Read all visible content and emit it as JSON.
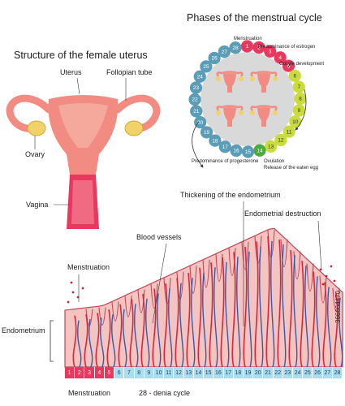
{
  "titles": {
    "uterus_structure": "Structure of the female uterus",
    "cycle_phases": "Phases of the menstrual cycle"
  },
  "uterus_labels": {
    "uterus": "Uterus",
    "fallopian_tube": "Follopian tube",
    "ovary": "Ovary",
    "vagina": "Vagina"
  },
  "cycle_labels": {
    "menstruation": "Menstruation",
    "estrogen": "Predominance of estrogen",
    "oocyte": "Oocyte development",
    "progesterone": "Predominance of progesterone",
    "ovulation": "Ovulation",
    "release_egg": "Release of the eaten egg"
  },
  "cycle_days": [
    "1",
    "2",
    "3",
    "4",
    "5",
    "6",
    "7",
    "8",
    "9",
    "10",
    "11",
    "12",
    "13",
    "14",
    "15",
    "16",
    "17",
    "18",
    "19",
    "20",
    "21",
    "22",
    "23",
    "24",
    "25",
    "26",
    "27",
    "28"
  ],
  "cycle_day_colors": {
    "menstruation": "#e8385e",
    "follicular": "#c9dc3c",
    "ovulation": "#4bab3d",
    "luteal": "#5b9cb6"
  },
  "endometrium_labels": {
    "thickening": "Thickening of the endometrium",
    "destruction": "Endometrial destruction",
    "vessels": "Blood vessels",
    "menstruation": "Menstruation",
    "endometrium": "Endometrium"
  },
  "scale": {
    "days": [
      "1",
      "2",
      "3",
      "4",
      "5",
      "6",
      "7",
      "8",
      "9",
      "10",
      "11",
      "12",
      "13",
      "14",
      "15",
      "16",
      "17",
      "18",
      "19",
      "20",
      "21",
      "22",
      "23",
      "24",
      "25",
      "26",
      "27",
      "28"
    ],
    "menstruation_days": 5,
    "footer_left": "Menstruation",
    "footer_right": "28 - denia cycle"
  },
  "watermark": "366664470",
  "colors": {
    "uterus_outer": "#f28c82",
    "uterus_inner": "#f5a89c",
    "ovary": "#f0d16a",
    "tissue": "#f4c4c0",
    "tissue_edge": "#c0485a",
    "artery": "#d6283c",
    "vein": "#3b58a8"
  }
}
